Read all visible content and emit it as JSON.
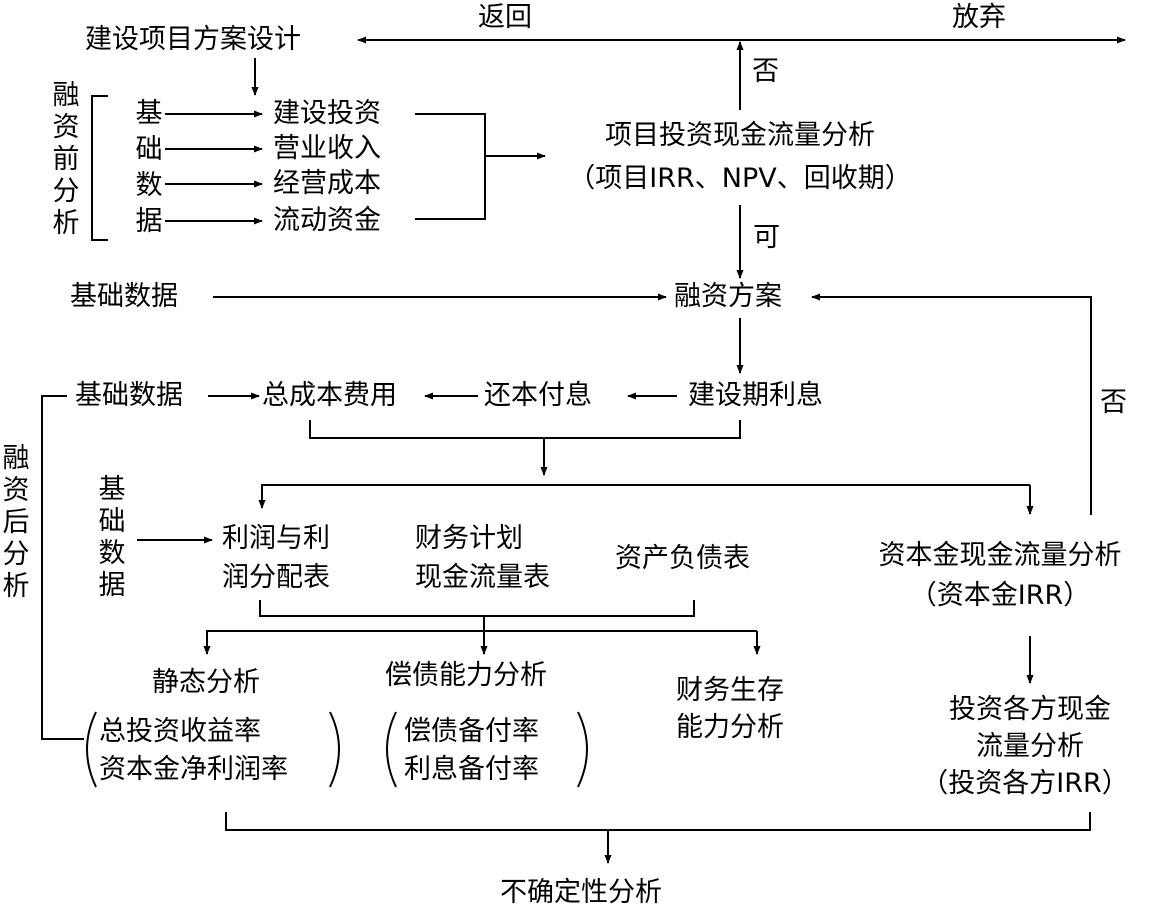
{
  "nodes": {
    "project_design": "建设项目方案设计",
    "return_label": "返回",
    "abandon_label": "放弃",
    "no_label_top": "否",
    "pre_financing_label": "融资前分析",
    "base_data_vertical_1": "基础数据",
    "construction_investment": "建设投资",
    "operating_revenue": "营业收入",
    "operating_cost": "经营成本",
    "working_capital": "流动资金",
    "project_cashflow_title": "项目投资现金流量分析",
    "project_cashflow_sub": "（项目IRR、NPV、回收期）",
    "yes_label": "可",
    "base_data_1": "基础数据",
    "financing_plan": "融资方案",
    "no_label_right": "否",
    "base_data_2": "基础数据",
    "total_cost": "总成本费用",
    "repayment": "还本付息",
    "construction_interest": "建设期利息",
    "post_financing_label": "融资后分析",
    "base_data_vertical_2": "基础数据",
    "profit_line1": "利润与利",
    "profit_line2": "润分配表",
    "finplan_line1": "财务计划",
    "finplan_line2": "现金流量表",
    "balance_sheet": "资产负债表",
    "equity_cashflow_title": "资本金现金流量分析",
    "equity_cashflow_sub": "（资本金IRR）",
    "static_analysis": "静态分析",
    "static_item1": "总投资收益率",
    "static_item2": "资本金净利润率",
    "solvency_analysis": "偿债能力分析",
    "solvency_item1": "偿债备付率",
    "solvency_item2": "利息备付率",
    "survival_line1": "财务生存",
    "survival_line2": "能力分析",
    "parties_line1": "投资各方现金",
    "parties_line2": "流量分析",
    "parties_line3": "（投资各方IRR）",
    "uncertainty": "不确定性分析"
  }
}
